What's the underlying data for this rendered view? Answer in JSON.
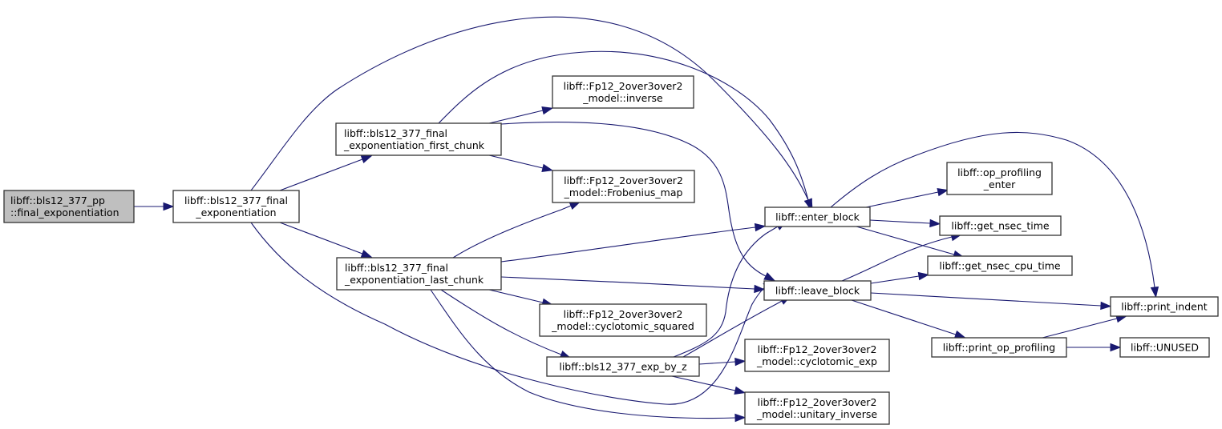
{
  "graph": {
    "type": "call-graph",
    "direction": "left-to-right",
    "colors": {
      "edge": "#191970",
      "root_fill": "#bfbfbf",
      "node_fill": "#ffffff",
      "node_border": "#333333"
    },
    "nodes": [
      {
        "id": "pp_final_exp",
        "lines": [
          "libff::bls12_377_pp",
          "::final_exponentiation"
        ],
        "root": true
      },
      {
        "id": "final_exp",
        "lines": [
          "libff::bls12_377_final",
          "_exponentiation"
        ]
      },
      {
        "id": "first_chunk",
        "lines": [
          "libff::bls12_377_final",
          "_exponentiation_first_chunk"
        ]
      },
      {
        "id": "last_chunk",
        "lines": [
          "libff::bls12_377_final",
          "_exponentiation_last_chunk"
        ]
      },
      {
        "id": "inverse",
        "lines": [
          "libff::Fp12_2over3over2",
          "_model::inverse"
        ]
      },
      {
        "id": "frobenius",
        "lines": [
          "libff::Fp12_2over3over2",
          "_model::Frobenius_map"
        ]
      },
      {
        "id": "cyc_squared",
        "lines": [
          "libff::Fp12_2over3over2",
          "_model::cyclotomic_squared"
        ]
      },
      {
        "id": "exp_by_z",
        "lines": [
          "libff::bls12_377_exp_by_z"
        ]
      },
      {
        "id": "enter_block",
        "lines": [
          "libff::enter_block"
        ]
      },
      {
        "id": "leave_block",
        "lines": [
          "libff::leave_block"
        ]
      },
      {
        "id": "cyc_exp",
        "lines": [
          "libff::Fp12_2over3over2",
          "_model::cyclotomic_exp"
        ]
      },
      {
        "id": "unitary_inv",
        "lines": [
          "libff::Fp12_2over3over2",
          "_model::unitary_inverse"
        ]
      },
      {
        "id": "op_prof_enter",
        "lines": [
          "libff::op_profiling",
          "_enter"
        ]
      },
      {
        "id": "nsec_time",
        "lines": [
          "libff::get_nsec_time"
        ]
      },
      {
        "id": "nsec_cpu",
        "lines": [
          "libff::get_nsec_cpu_time"
        ]
      },
      {
        "id": "print_op_prof",
        "lines": [
          "libff::print_op_profiling"
        ]
      },
      {
        "id": "print_indent",
        "lines": [
          "libff::print_indent"
        ]
      },
      {
        "id": "unused",
        "lines": [
          "libff::UNUSED"
        ]
      }
    ],
    "edges": [
      {
        "from": "pp_final_exp",
        "to": "final_exp"
      },
      {
        "from": "final_exp",
        "to": "first_chunk"
      },
      {
        "from": "final_exp",
        "to": "last_chunk"
      },
      {
        "from": "final_exp",
        "to": "enter_block"
      },
      {
        "from": "final_exp",
        "to": "leave_block"
      },
      {
        "from": "first_chunk",
        "to": "inverse"
      },
      {
        "from": "first_chunk",
        "to": "frobenius"
      },
      {
        "from": "first_chunk",
        "to": "enter_block"
      },
      {
        "from": "first_chunk",
        "to": "leave_block"
      },
      {
        "from": "last_chunk",
        "to": "frobenius"
      },
      {
        "from": "last_chunk",
        "to": "enter_block"
      },
      {
        "from": "last_chunk",
        "to": "leave_block"
      },
      {
        "from": "last_chunk",
        "to": "cyc_squared"
      },
      {
        "from": "last_chunk",
        "to": "exp_by_z"
      },
      {
        "from": "last_chunk",
        "to": "unitary_inv"
      },
      {
        "from": "exp_by_z",
        "to": "enter_block"
      },
      {
        "from": "exp_by_z",
        "to": "leave_block"
      },
      {
        "from": "exp_by_z",
        "to": "cyc_exp"
      },
      {
        "from": "exp_by_z",
        "to": "unitary_inv"
      },
      {
        "from": "enter_block",
        "to": "op_prof_enter"
      },
      {
        "from": "enter_block",
        "to": "nsec_time"
      },
      {
        "from": "enter_block",
        "to": "nsec_cpu"
      },
      {
        "from": "enter_block",
        "to": "print_indent"
      },
      {
        "from": "leave_block",
        "to": "nsec_time"
      },
      {
        "from": "leave_block",
        "to": "nsec_cpu"
      },
      {
        "from": "leave_block",
        "to": "print_indent"
      },
      {
        "from": "leave_block",
        "to": "print_op_prof"
      },
      {
        "from": "print_op_prof",
        "to": "print_indent"
      },
      {
        "from": "print_op_prof",
        "to": "unused"
      }
    ]
  }
}
